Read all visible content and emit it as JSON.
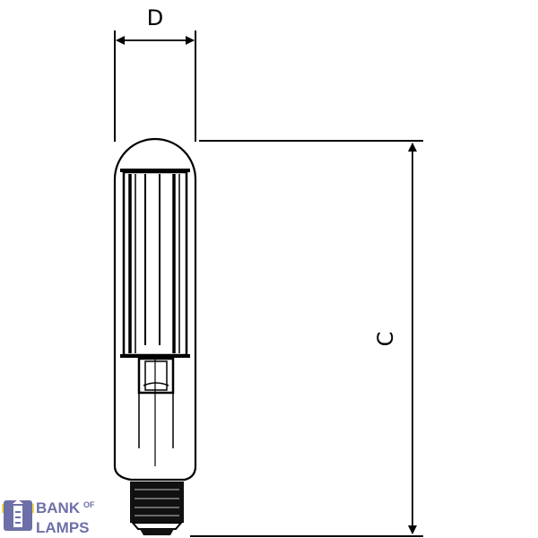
{
  "diagram": {
    "dimension_labels": {
      "width": "D",
      "length": "C"
    },
    "line_color": "#000000"
  },
  "logo": {
    "line1": "BANK",
    "of": "OF",
    "line2": "LAMPS",
    "colors": {
      "primary": "#6d70a8",
      "accent": "#f2d64b"
    }
  }
}
